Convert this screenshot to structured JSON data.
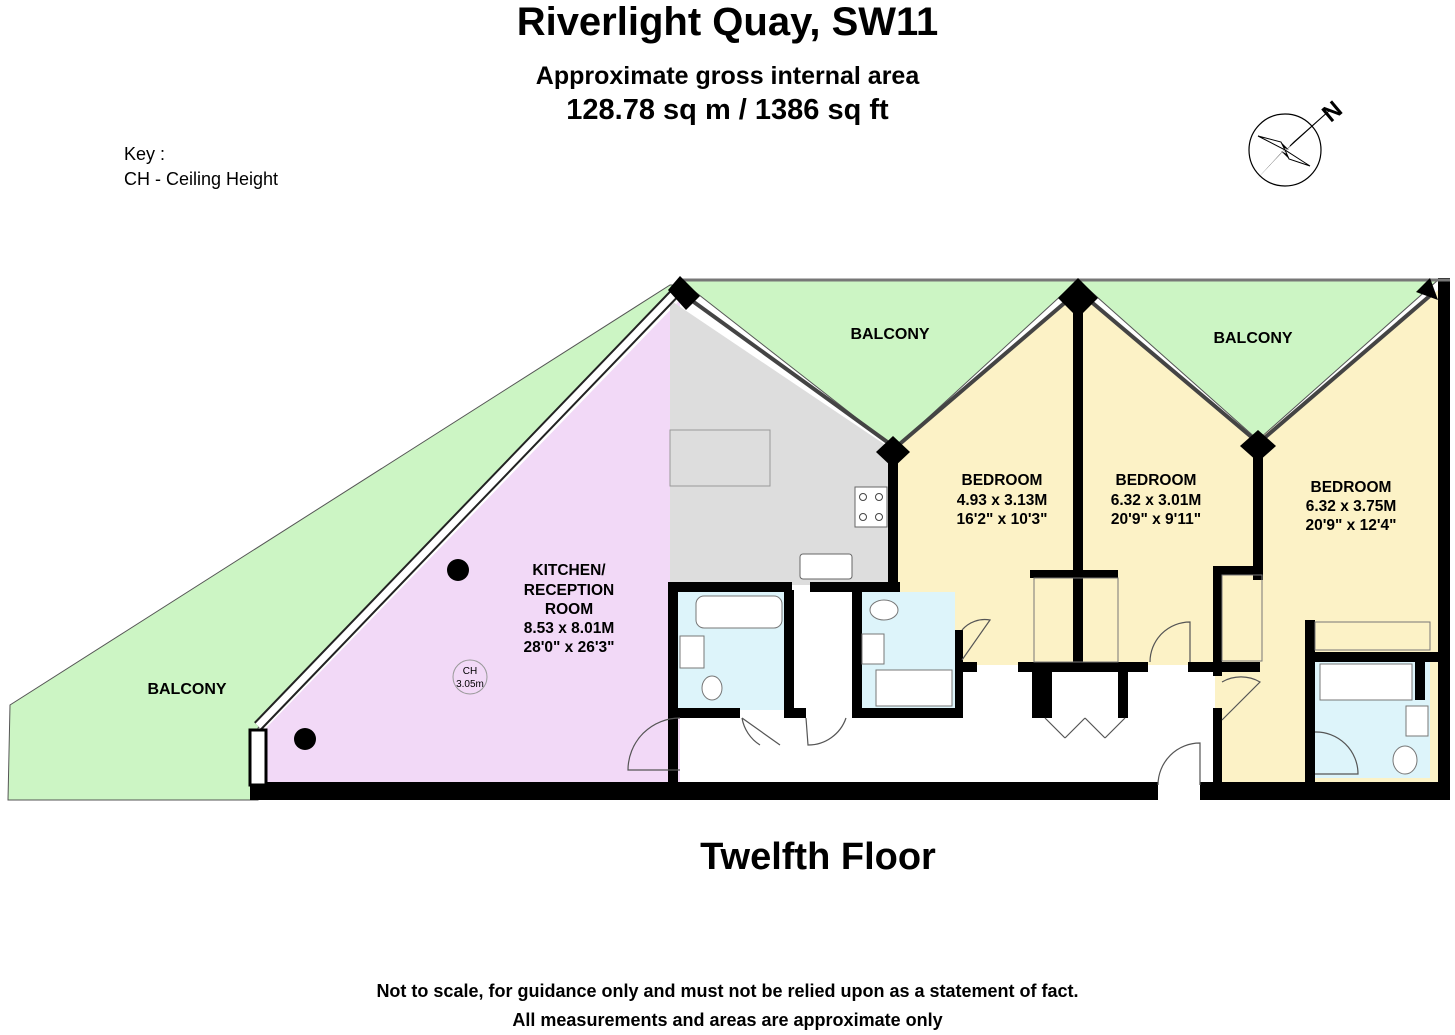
{
  "title": "Riverlight Quay, SW11",
  "area": {
    "label": "Approximate gross internal area",
    "value": "128.78 sq m / 1386 sq ft"
  },
  "key": {
    "heading": "Key :",
    "entry": "CH - Ceiling Height"
  },
  "compass": {
    "icon": "compass-rose-icon",
    "label": "N"
  },
  "floor_label": "Twelfth Floor",
  "rooms": {
    "kitchen": {
      "name_1": "KITCHEN/",
      "name_2": "RECEPTION",
      "name_3": "ROOM",
      "metric": "8.53 x 8.01M",
      "imperial": "28'0\" x 26'3\""
    },
    "bedroom1": {
      "name": "BEDROOM",
      "metric": "4.93 x 3.13M",
      "imperial": "16'2\" x 10'3\""
    },
    "bedroom2": {
      "name": "BEDROOM",
      "metric": "6.32 x 3.01M",
      "imperial": "20'9\" x 9'11\""
    },
    "bedroom3": {
      "name": "BEDROOM",
      "metric": "6.32 x 3.75M",
      "imperial": "20'9\" x 12'4\""
    }
  },
  "balconies": {
    "left": "BALCONY",
    "top_middle": "BALCONY",
    "top_right": "BALCONY"
  },
  "ceiling_height": {
    "label": "CH",
    "value": "3.05m"
  },
  "colors": {
    "balcony": "#ccf5c4",
    "kitchen": "#f2d9f7",
    "bedroom": "#fcf2c6",
    "bathroom": "#ddf4fa",
    "kitchen_area": "#dddddd",
    "wall": "#000000"
  },
  "disclaimer": {
    "line1": "Not to scale, for guidance only and must not be relied upon as a statement of fact.",
    "line2": "All measurements and areas are approximate only"
  }
}
